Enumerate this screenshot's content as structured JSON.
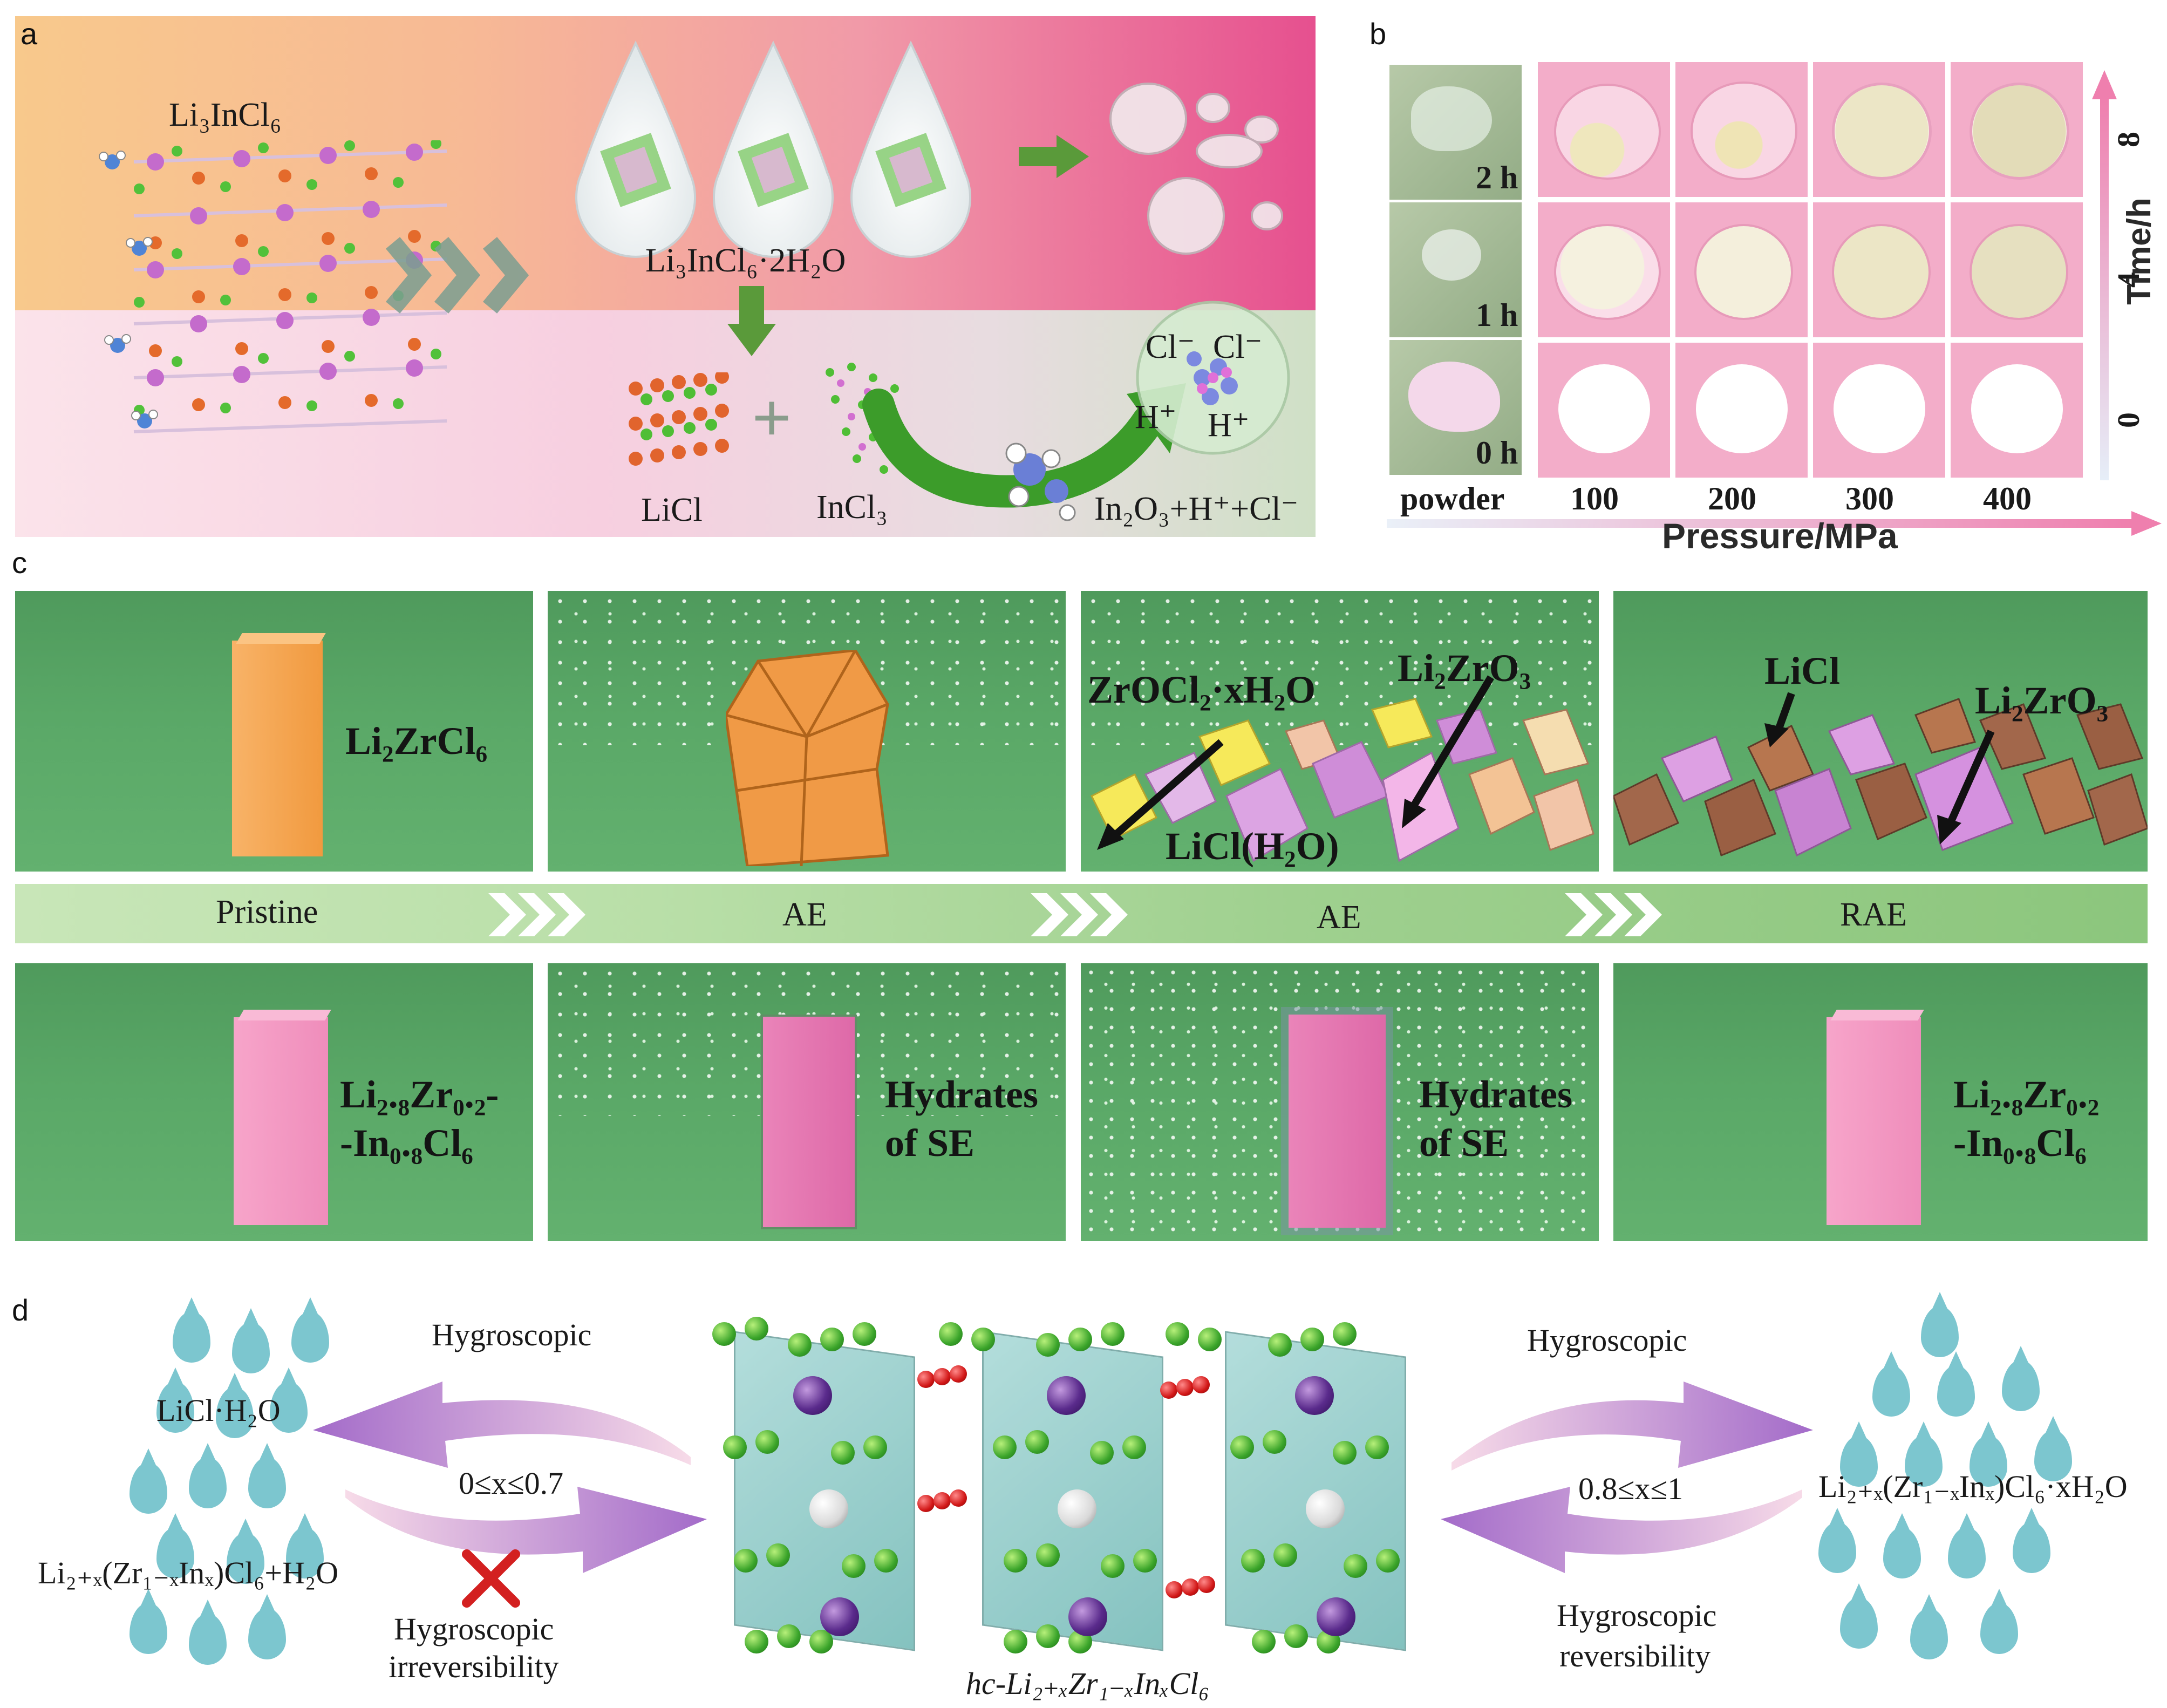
{
  "panel_a": {
    "letter": "a",
    "formula_main": "Li₃InCl₆",
    "formula_hydrate": "Li₃InCl₆·2H₂O",
    "licl": "LiCl",
    "incl3": "InCl₃",
    "product": "In₂O₃+H⁺+Cl⁻",
    "ion_cl1": "Cl⁻",
    "ion_cl2": "Cl⁻",
    "ion_h1": "H⁺",
    "ion_h2": "H⁺",
    "plus": "+"
  },
  "panel_b": {
    "letter": "b",
    "row_times": [
      "2 h",
      "1 h",
      "0 h"
    ],
    "col_labels": [
      "powder",
      "100",
      "200",
      "300",
      "400"
    ],
    "x_axis_label": "Pressure/MPa",
    "y_axis_label": "Time/h",
    "y_ticks": [
      "8",
      "4",
      "0"
    ]
  },
  "panel_c": {
    "letter": "c",
    "top_labels": {
      "li2zrcl6": "Li₂ZrCl₆",
      "zrocl2": "ZrOCl₂·xH₂O",
      "li2zro3_a": "Li₂ZrO₃",
      "licl_h2o": "LiCl(H₂O)",
      "licl": "LiCl",
      "li2zro3_b": "Li₂ZrO₃"
    },
    "stages": [
      "Pristine",
      "AE",
      "AE",
      "RAE"
    ],
    "bottom_labels": {
      "doped_1_line1": "Li₂.₈Zr₀.₂-",
      "doped_1_line2": "-In₀.₈Cl₆",
      "hydrates_1_line1": "Hydrates",
      "hydrates_1_line2": "of SE",
      "hydrates_2_line1": "Hydrates",
      "hydrates_2_line2": "of SE",
      "doped_2_line1": "Li₂.₈Zr₀.₂",
      "doped_2_line2": "-In₀.₈Cl₆"
    }
  },
  "panel_d": {
    "letter": "d",
    "left_top": "LiCl·H₂O",
    "left_bottom": "Li₂₊ₓ(Zr₁₋ₓInₓ)Cl₆+H₂O",
    "hygro_left": "Hygroscopic",
    "range_left": "0≤x≤0.7",
    "irrev_line1": "Hygroscopic",
    "irrev_line2": "irreversibility",
    "center_label": "hc-Li₂₊ₓZr₁₋ₓInₓCl₆",
    "hygro_right": "Hygroscopic",
    "range_right": "0.8≤x≤1",
    "right_label": "Li₂₊ₓ(Zr₁₋ₓInₓ)Cl₆·xH₂O",
    "rev_line1": "Hygroscopic",
    "rev_line2": "reversibility"
  },
  "colors": {
    "panel_a_top": "#f7c58a",
    "panel_a_pink": "#e8508f",
    "panel_c_green": "#5aa867",
    "stage_bar": "#9fd08f",
    "pellet_pink": "#f1a6c6",
    "lizrcl6_orange": "#f4a353",
    "doped_pink": "#f48fbf",
    "arrow_purple": "#9b6fc4",
    "drop_teal": "#7cc6cf"
  }
}
